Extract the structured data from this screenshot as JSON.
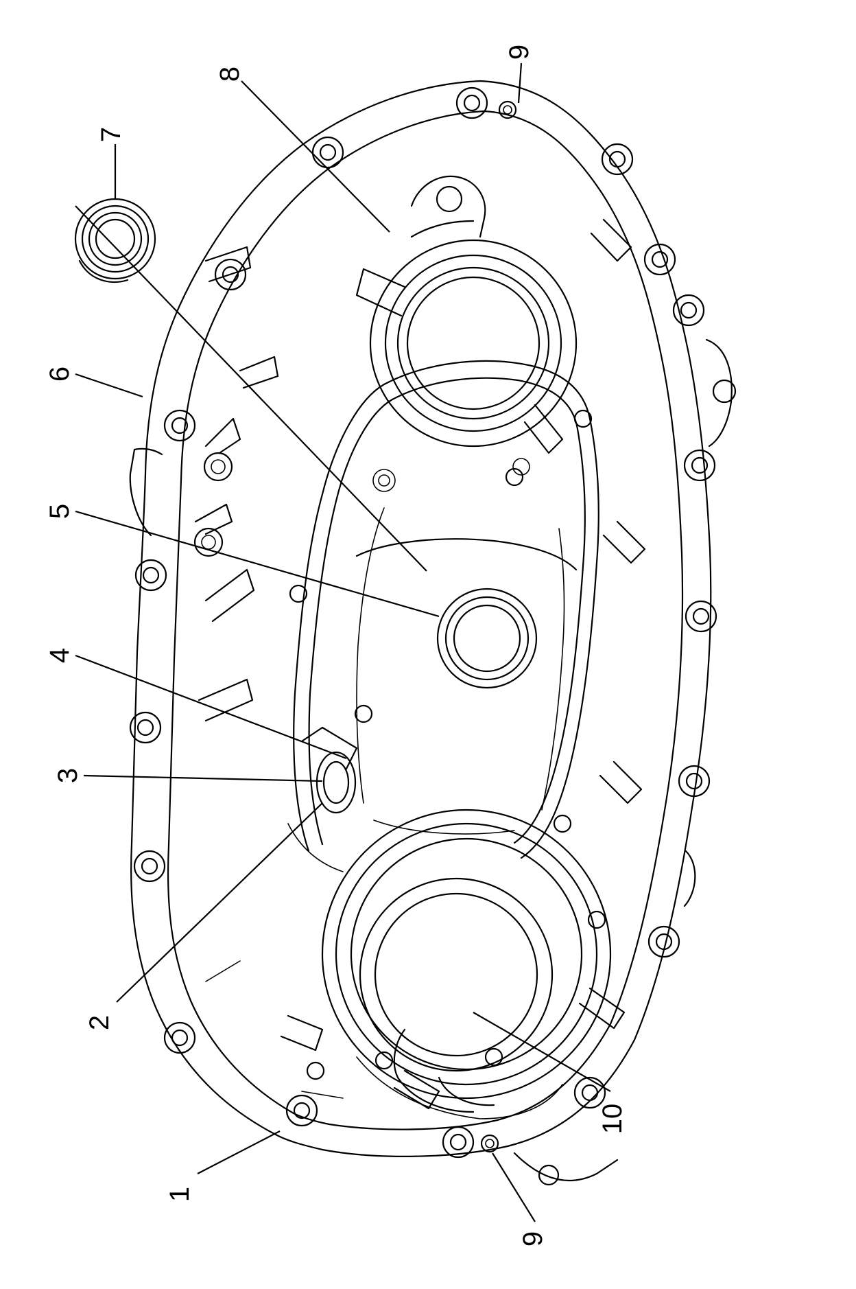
{
  "callouts": {
    "c1": "1",
    "c2": "2",
    "c3": "3",
    "c4": "4",
    "c5": "5",
    "c6": "6",
    "c7": "7",
    "c8": "8",
    "c9a": "9",
    "c9b": "9",
    "c10": "10"
  },
  "colors": {
    "line": "#000000",
    "background": "#ffffff"
  }
}
